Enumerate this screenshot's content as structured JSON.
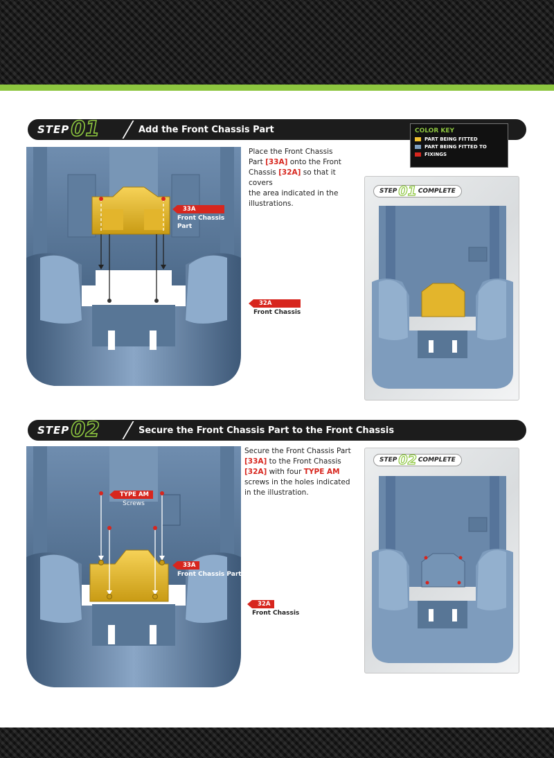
{
  "color_key": {
    "title": "COLOR KEY",
    "items": [
      {
        "label": "PART BEING FITTED",
        "color": "#f2c230"
      },
      {
        "label": "PART BEING FITTED TO",
        "color": "#7f9fc0"
      },
      {
        "label": "FIXINGS",
        "color": "#d7261e"
      }
    ]
  },
  "step1": {
    "word": "STEP",
    "num": "01",
    "title": "Add the Front Chassis Part",
    "instr": {
      "l1": "Place the Front Chassis",
      "l2a": "Part ",
      "ref1": "[33A]",
      "l2b": " onto the Front",
      "l3a": "Chassis ",
      "ref2": "[32A]",
      "l3b": " so that it covers",
      "l4": "the area indicated in the",
      "l5": "illustrations."
    },
    "callout_part": {
      "tag": "33A",
      "line1": "Front Chassis",
      "line2": "Part"
    },
    "callout_chassis": {
      "tag": "32A",
      "line1": "Front Chassis"
    },
    "complete": {
      "word1": "STEP",
      "num": "01",
      "word2": "COMPLETE"
    }
  },
  "step2": {
    "word": "STEP",
    "num": "02",
    "title": "Secure the Front Chassis Part to the Front Chassis",
    "instr": {
      "l1": "Secure the Front Chassis Part",
      "ref1": "[33A]",
      "l2b": " to the Front Chassis",
      "ref2": "[32A]",
      "l3b": " with four ",
      "em": "TYPE AM",
      "l4": "screws in the holes indicated",
      "l5": "in the illustration."
    },
    "callout_screws": {
      "tag": "TYPE AM",
      "line1": "Screws"
    },
    "callout_part": {
      "tag": "33A",
      "line1": "Front Chassis Part"
    },
    "callout_chassis": {
      "tag": "32A",
      "line1": "Front Chassis"
    },
    "complete": {
      "word1": "STEP",
      "num": "02",
      "word2": "COMPLETE"
    }
  }
}
